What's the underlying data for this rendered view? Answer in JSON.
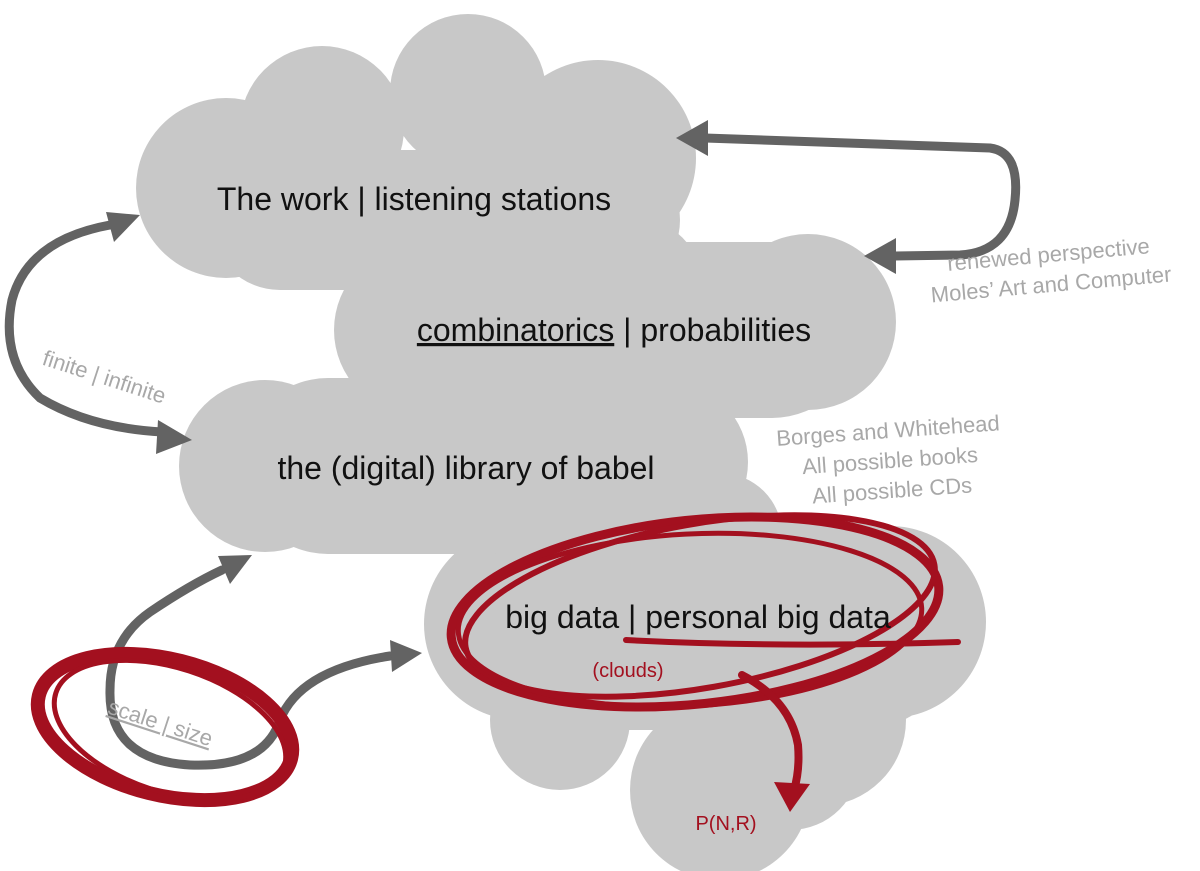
{
  "clouds": {
    "work": {
      "label": "The work | listening stations"
    },
    "combinatorics": {
      "label_underlined": "combinatorics",
      "label_rest": " | probabilities"
    },
    "library": {
      "label": "the (digital) library of babel"
    },
    "bigdata": {
      "label_left": "big data | ",
      "label_right": "personal big data",
      "sub_label": "(clouds)"
    },
    "pnr": {
      "label": "P(N,R)"
    }
  },
  "side_notes": {
    "moles": {
      "line1": "renewed perspective",
      "line2": "Moles’ Art and Computer"
    },
    "finite": {
      "label": "finite | infinite"
    },
    "borges": {
      "line1": "Borges and Whitehead",
      "line2": "All possible books",
      "line3": "All possible CDs"
    },
    "scale": {
      "label": "scale | size"
    }
  },
  "colors": {
    "cloud_fill": "#c8c8c8",
    "arrow_gray": "#636363",
    "accent_red": "#a3101f",
    "side_text": "#a8a8a8",
    "main_text": "#111111"
  }
}
